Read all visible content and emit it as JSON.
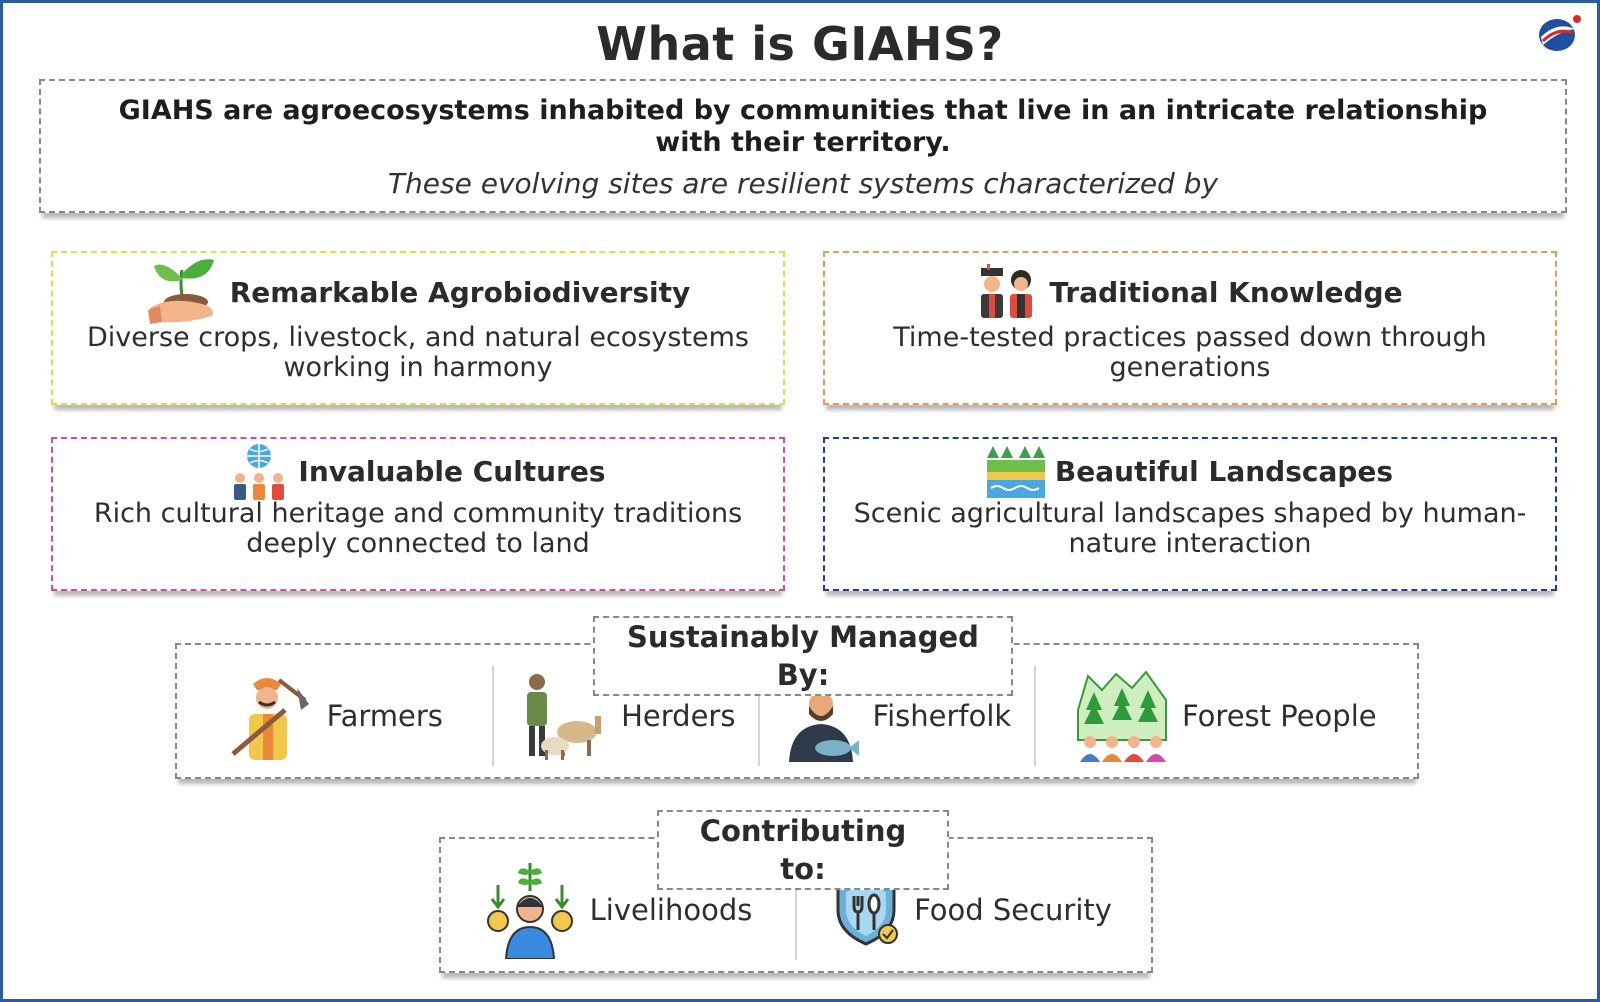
{
  "title": "What is GIAHS?",
  "intro": {
    "bold": "GIAHS are agroecosystems inhabited by communities that live in an intricate relationship with their territory.",
    "italic": "These evolving sites are resilient systems characterized by"
  },
  "features": [
    {
      "title": "Remarkable Agrobiodiversity",
      "desc": "Diverse crops, livestock, and natural ecosystems working in harmony",
      "icon": "seedling-hand-icon",
      "border": "#e8d84a"
    },
    {
      "title": "Traditional Knowledge",
      "desc": "Time-tested practices passed down through generations",
      "icon": "tribal-couple-icon",
      "border": "#e59a55"
    },
    {
      "title": "Invaluable Cultures",
      "desc": "Rich cultural heritage and community traditions deeply connected to land",
      "icon": "globe-people-icon",
      "border": "#d24aa6"
    },
    {
      "title": "Beautiful Landscapes",
      "desc": "Scenic agricultural landscapes shaped by human-nature interaction",
      "icon": "landscape-icon",
      "border": "#1f3a9e"
    }
  ],
  "managed": {
    "label": "Sustainably Managed By:",
    "items": [
      {
        "label": "Farmers",
        "icon": "farmer-icon"
      },
      {
        "label": "Herders",
        "icon": "herder-icon"
      },
      {
        "label": "Fisherfolk",
        "icon": "fisherman-icon"
      },
      {
        "label": "Forest People",
        "icon": "forest-people-icon"
      }
    ]
  },
  "contributing": {
    "label": "Contributing to:",
    "items": [
      {
        "label": "Livelihoods",
        "icon": "livelihood-icon"
      },
      {
        "label": "Food Security",
        "icon": "food-security-shield-icon"
      }
    ]
  },
  "colors": {
    "frame": "#2a5d9f",
    "logo_red": "#d42a2a",
    "logo_blue": "#1f4fa0"
  }
}
